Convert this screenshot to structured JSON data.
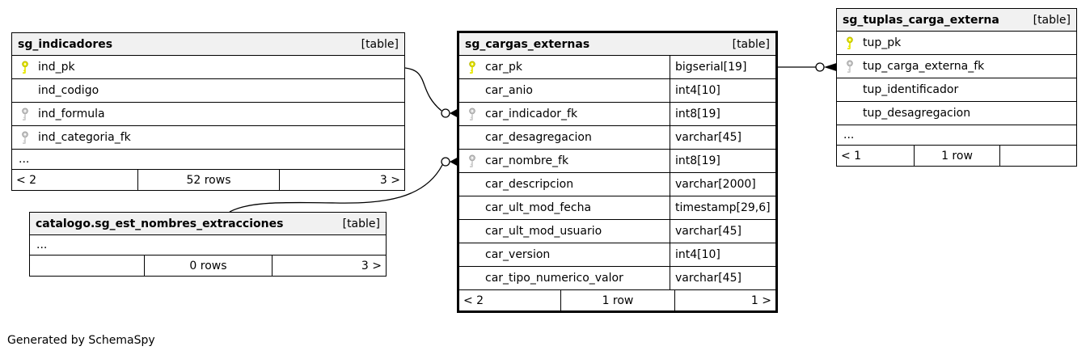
{
  "footer_note": "Generated by SchemaSpy",
  "colors": {
    "header_bg": "#f1f1f1",
    "border": "#000000",
    "line": "#000000",
    "pk_fill": "#e8e800",
    "pk_stroke": "#b5b500",
    "fk_fill": "#cccccc",
    "fk_stroke": "#9c9c9c"
  },
  "icons": {
    "primary_key_icon": "yellow-key",
    "foreign_key_icon": "gray-key",
    "relationship_end": "open-circle-with-crow-foot"
  },
  "tables": [
    {
      "name": "sg_indicadores",
      "tag": "[table]",
      "columns": [
        {
          "name": "ind_pk",
          "key": "pk"
        },
        {
          "name": "ind_codigo",
          "key": ""
        },
        {
          "name": "ind_formula",
          "key": "fk"
        },
        {
          "name": "ind_categoria_fk",
          "key": "fk"
        }
      ],
      "ellipsis": "...",
      "footer": {
        "left": "< 2",
        "center": "52 rows",
        "right": "3 >"
      }
    },
    {
      "name": "catalogo.sg_est_nombres_extracciones",
      "tag": "[table]",
      "columns": [],
      "ellipsis": "...",
      "footer": {
        "left": "",
        "center": "0 rows",
        "right": "3 >"
      }
    },
    {
      "name": "sg_cargas_externas",
      "tag": "[table]",
      "columns": [
        {
          "name": "car_pk",
          "type": "bigserial[19]",
          "key": "pk"
        },
        {
          "name": "car_anio",
          "type": "int4[10]",
          "key": ""
        },
        {
          "name": "car_indicador_fk",
          "type": "int8[19]",
          "key": "fk"
        },
        {
          "name": "car_desagregacion",
          "type": "varchar[45]",
          "key": ""
        },
        {
          "name": "car_nombre_fk",
          "type": "int8[19]",
          "key": "fk"
        },
        {
          "name": "car_descripcion",
          "type": "varchar[2000]",
          "key": ""
        },
        {
          "name": "car_ult_mod_fecha",
          "type": "timestamp[29,6]",
          "key": ""
        },
        {
          "name": "car_ult_mod_usuario",
          "type": "varchar[45]",
          "key": ""
        },
        {
          "name": "car_version",
          "type": "int4[10]",
          "key": ""
        },
        {
          "name": "car_tipo_numerico_valor",
          "type": "varchar[45]",
          "key": ""
        }
      ],
      "ellipsis": "",
      "footer": {
        "left": "< 2",
        "center": "1 row",
        "right": "1 >"
      }
    },
    {
      "name": "sg_tuplas_carga_externa",
      "tag": "[table]",
      "columns": [
        {
          "name": "tup_pk",
          "key": "pk"
        },
        {
          "name": "tup_carga_externa_fk",
          "key": "fk"
        },
        {
          "name": "tup_identificador",
          "key": ""
        },
        {
          "name": "tup_desagregacion",
          "key": ""
        }
      ],
      "ellipsis": "...",
      "footer": {
        "left": "< 1",
        "center": "1 row",
        "right": ""
      }
    }
  ],
  "relationships": [
    {
      "from": "sg_indicadores.ind_pk",
      "to": "sg_cargas_externas.car_indicador_fk",
      "marker": "open-circle-crow-foot"
    },
    {
      "from": "catalogo.sg_est_nombres_extracciones",
      "to": "sg_cargas_externas.car_nombre_fk",
      "marker": "open-circle-crow-foot"
    },
    {
      "from": "sg_cargas_externas.car_pk",
      "to": "sg_tuplas_carga_externa.tup_carga_externa_fk",
      "marker": "open-circle-crow-foot"
    }
  ]
}
